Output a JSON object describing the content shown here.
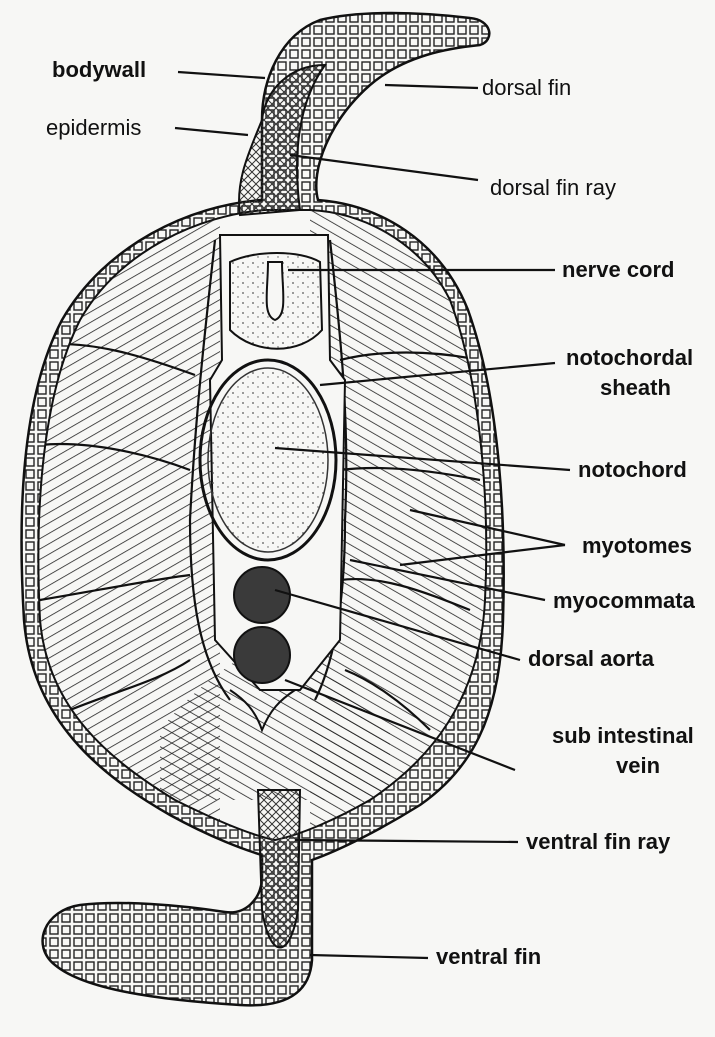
{
  "labels": {
    "bodywall": "bodywall",
    "epidermis": "epidermis",
    "dorsal_fin": "dorsal fin",
    "dorsal_fin_ray": "dorsal fin  ray",
    "nerve_cord": "nerve  cord",
    "notochordal_sheath_1": "notochordal",
    "notochordal_sheath_2": "sheath",
    "notochord": "notochord",
    "myotomes": "myotomes",
    "myocommata": "myocommata",
    "dorsal_aorta": "dorsal aorta",
    "sub_intestinal_1": "sub intestinal",
    "sub_intestinal_2": "vein",
    "ventral_fin_ray": "ventral fin ray",
    "ventral_fin": "ventral fin"
  },
  "colors": {
    "ink": "#111111",
    "paper": "#f7f7f5"
  }
}
